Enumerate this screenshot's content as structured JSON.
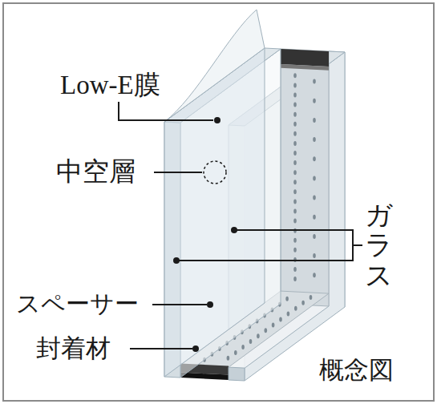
{
  "diagram": {
    "labels": [
      "Low-E膜",
      "中空層",
      "ガラス",
      "スペーサー",
      "封着材",
      "概念図"
    ]
  }
}
